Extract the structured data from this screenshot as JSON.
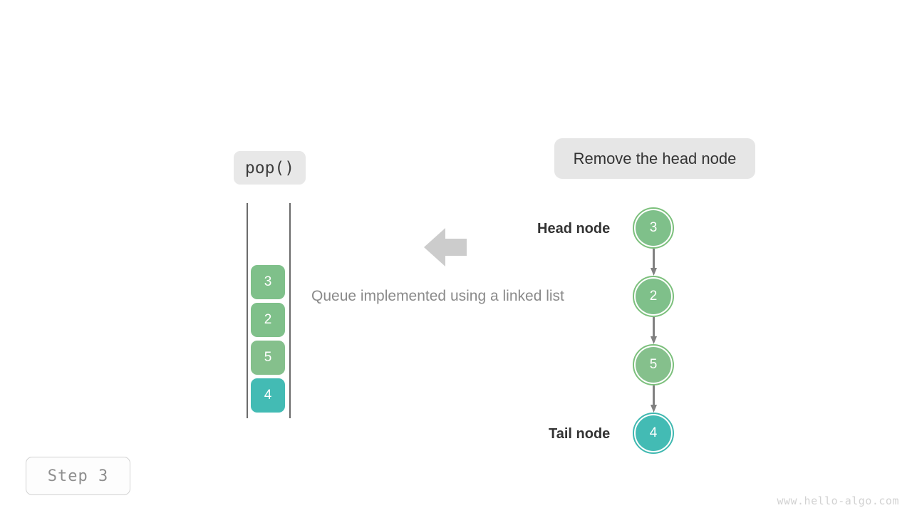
{
  "operation": {
    "label": "pop()"
  },
  "action": {
    "label": "Remove the head node"
  },
  "caption": {
    "text": "Queue implemented using a linked list"
  },
  "queue": {
    "items": [
      {
        "value": "3",
        "color": "#7fc08a"
      },
      {
        "value": "2",
        "color": "#7fc08a"
      },
      {
        "value": "5",
        "color": "#85c08c"
      },
      {
        "value": "4",
        "color": "#43bbb4"
      }
    ]
  },
  "linked_list": {
    "head_label": "Head node",
    "tail_label": "Tail node",
    "nodes": [
      {
        "value": "3",
        "color": "#7fc08a",
        "ring": "#7cc07c"
      },
      {
        "value": "2",
        "color": "#7fc08a",
        "ring": "#7cc07c"
      },
      {
        "value": "5",
        "color": "#85c08c",
        "ring": "#7cc07c"
      },
      {
        "value": "4",
        "color": "#43bbb4",
        "ring": "#3fb8b0"
      }
    ]
  },
  "arrow": {
    "direction": "left",
    "color": "#cccccc"
  },
  "step": {
    "label": "Step  3"
  },
  "watermark": {
    "text": "www.hello-algo.com"
  },
  "colors": {
    "green": "#7fc08a",
    "teal": "#43bbb4",
    "gray_pill": "#e6e6e6",
    "arrow_gray": "#808080",
    "text_dark": "#333333",
    "text_muted": "#8a8a8a"
  }
}
